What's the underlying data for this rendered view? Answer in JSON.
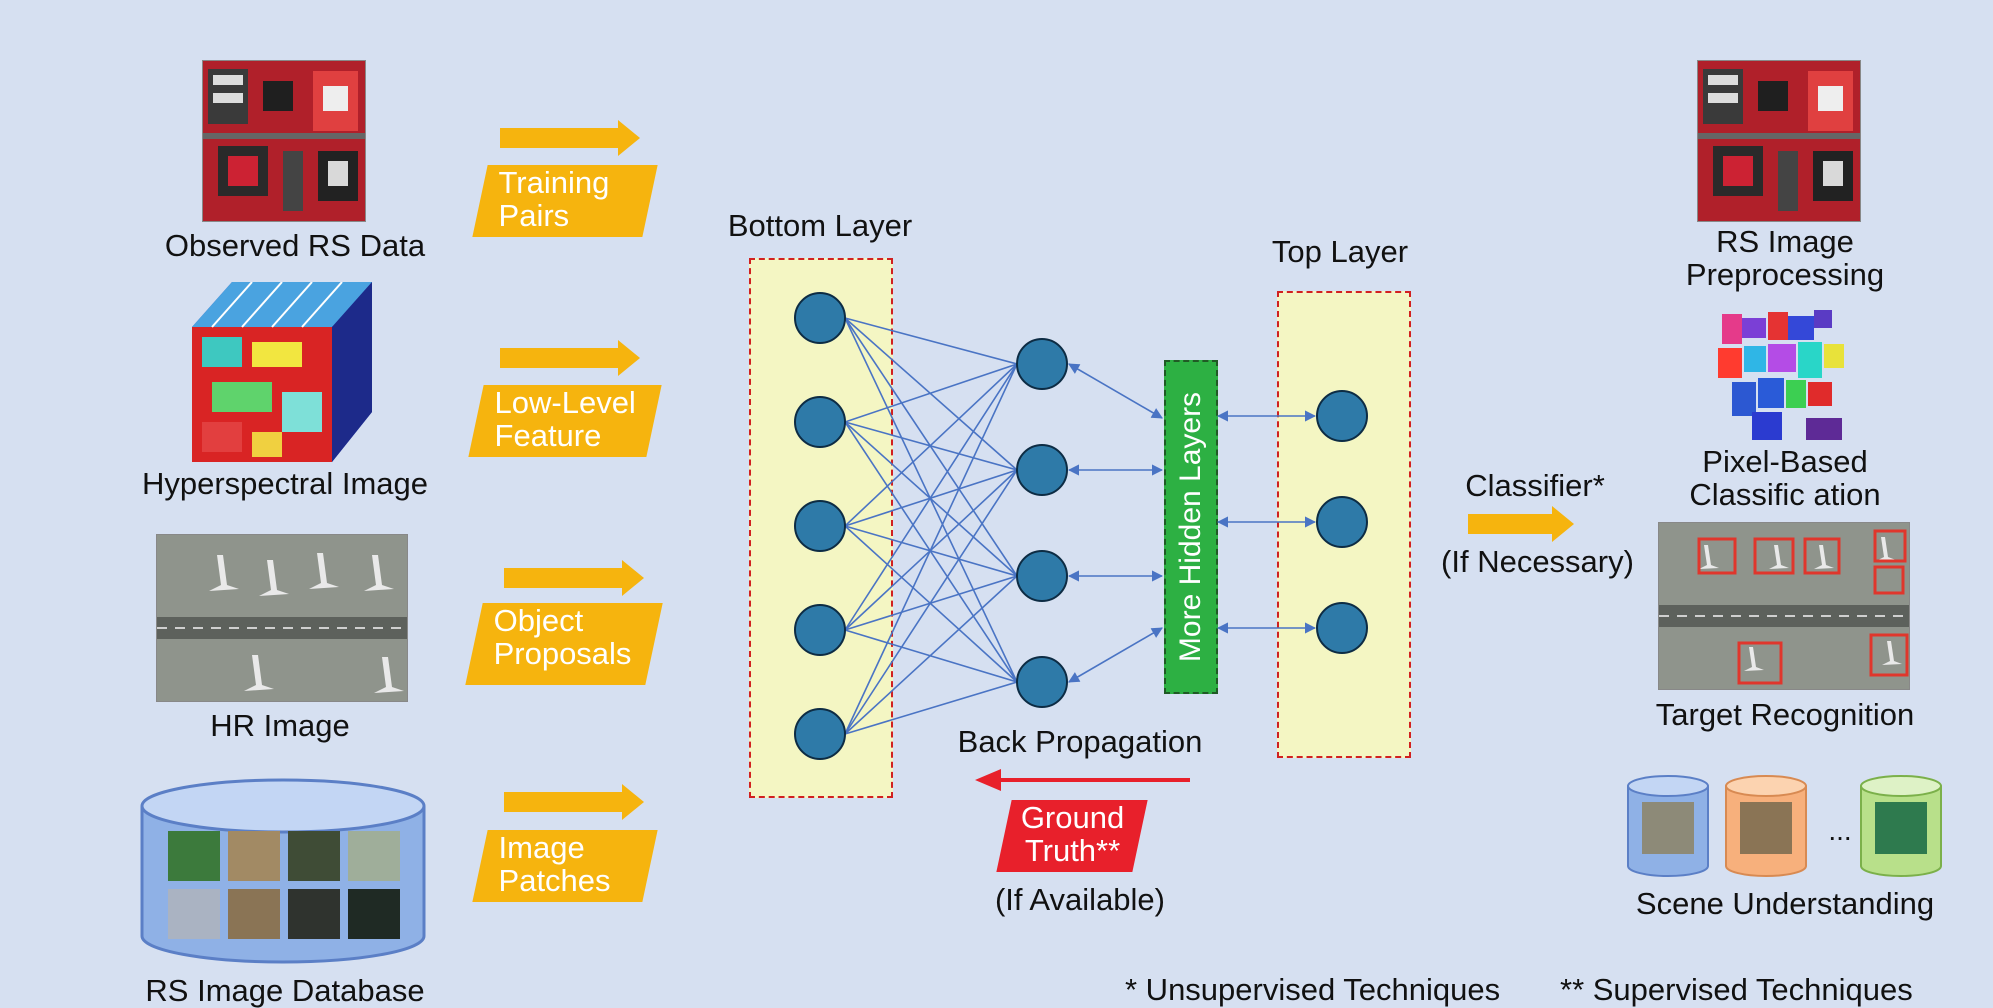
{
  "inputs": [
    {
      "label": "Observed RS Data"
    },
    {
      "label": "Hyperspectral Image"
    },
    {
      "label": "HR Image"
    },
    {
      "label": "RS Image Database"
    }
  ],
  "input_arrows": [
    {
      "label": "Training\nPairs"
    },
    {
      "label": "Low-Level\nFeature"
    },
    {
      "label": "Object\nProposals"
    },
    {
      "label": "Image\nPatches"
    }
  ],
  "network": {
    "bottom_layer_label": "Bottom Layer",
    "top_layer_label": "Top Layer",
    "hidden_layers_label": "More Hidden Layers",
    "back_propagation_label": "Back Propagation",
    "ground_truth_label": "Ground\nTruth**",
    "ground_truth_note": "(If Available)",
    "bottom_nodes": 5,
    "middle_nodes": 4,
    "top_nodes": 3
  },
  "classifier": {
    "label": "Classifier*",
    "note": "(If Necessary)"
  },
  "outputs": [
    {
      "label": "RS Image\nPreprocessing"
    },
    {
      "label": "Pixel-Based\nClassific ation"
    },
    {
      "label": "Target Recognition"
    },
    {
      "label": "Scene Understanding"
    }
  ],
  "scene_ellipsis": "...",
  "footnotes": {
    "unsupervised": "* Unsupervised Techniques",
    "supervised": "** Supervised Techniques"
  },
  "colors": {
    "background": "#d6e0f1",
    "arrow": "#f6b40e",
    "node": "#2e7aa8",
    "layer_fill": "#f4f6c3",
    "layer_border": "#d12020",
    "hidden": "#2db043",
    "ground_truth": "#e8202b",
    "edges": "#4a74c4"
  }
}
